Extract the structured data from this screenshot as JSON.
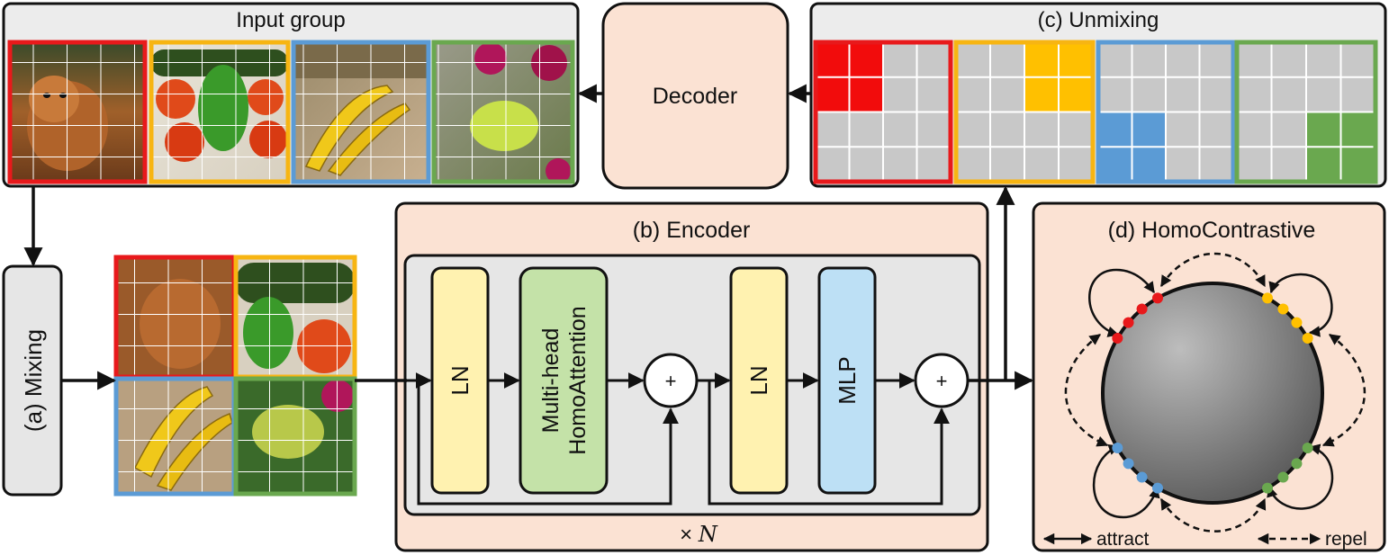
{
  "input_group": {
    "title": "Input group",
    "images": [
      {
        "subject": "fox",
        "border_color": "#e8191b"
      },
      {
        "subject": "vegetables",
        "border_color": "#f7b512"
      },
      {
        "subject": "bananas",
        "border_color": "#5b9bd5"
      },
      {
        "subject": "flower-butterfly",
        "border_color": "#6aa84f"
      }
    ]
  },
  "decoder": {
    "label": "Decoder"
  },
  "unmixing": {
    "title": "(c) Unmixing",
    "panels": [
      {
        "color": "#f20c0c",
        "border_color": "#e8191b",
        "highlight_cell": "top-left"
      },
      {
        "color": "#ffc000",
        "border_color": "#f7b512",
        "highlight_cell": "top-right"
      },
      {
        "color": "#5b9bd5",
        "border_color": "#5b9bd5",
        "highlight_cell": "bottom-left"
      },
      {
        "color": "#6aa84f",
        "border_color": "#6aa84f",
        "highlight_cell": "bottom-right"
      }
    ],
    "mask_color": "#c8c8c8"
  },
  "mixing": {
    "label": "(a) Mixing"
  },
  "encoder": {
    "title": "(b) Encoder",
    "blocks": [
      {
        "label": "LN",
        "fill": "#fff2b0"
      },
      {
        "label_line1": "Multi-head",
        "label_line2": "HomoAttention",
        "fill": "#c4e2a8"
      },
      {
        "label": "LN",
        "fill": "#fff2b0"
      },
      {
        "label": "MLP",
        "fill": "#bde0f5"
      }
    ],
    "add_symbol": "+",
    "repeat_prefix": "×",
    "repeat_var": "N",
    "panel_fill": "#fbe2d3",
    "inner_fill": "#e6e6e6"
  },
  "homocontrastive": {
    "title": "(d) HomoContrastive",
    "legend_attract": "attract",
    "legend_repel": "repel",
    "colors": {
      "red": "#e8191b",
      "yellow": "#ffc000",
      "blue": "#5b9bd5",
      "green": "#6aa84f"
    }
  },
  "colors": {
    "red": "#e8191b",
    "yellow": "#f7b512",
    "blue": "#5b9bd5",
    "green": "#6aa84f",
    "panel": "#ececec",
    "peach": "#fbe2d3"
  }
}
